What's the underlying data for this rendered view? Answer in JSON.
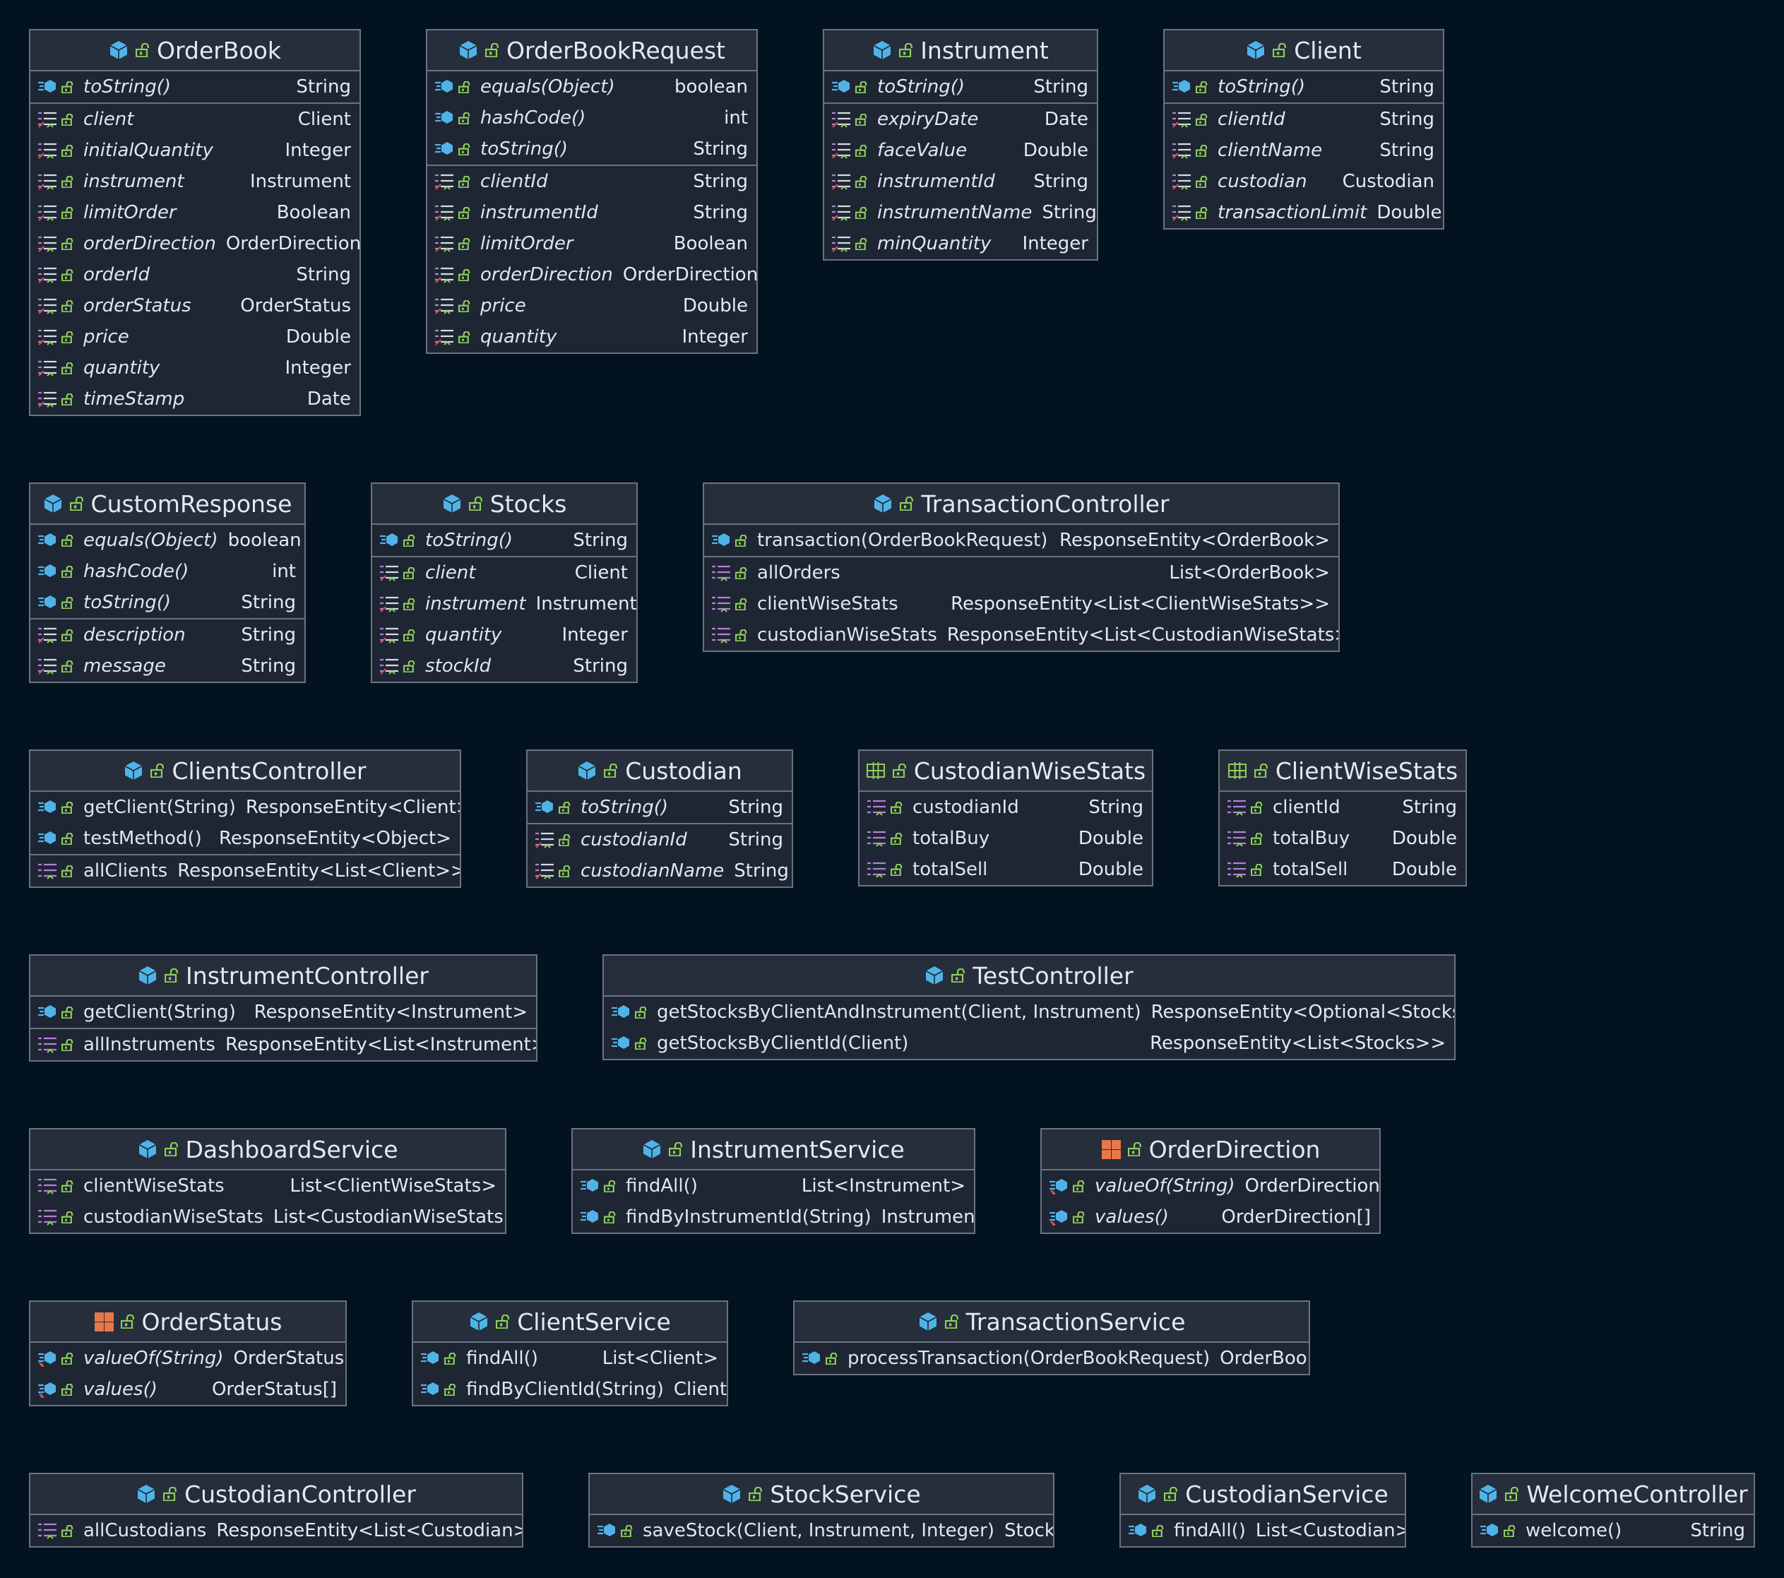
{
  "diagram": {
    "classes": [
      {
        "id": "OrderBook",
        "title": "OrderBook",
        "kind": "class",
        "sections": [
          [
            {
              "kind": "method",
              "name": "toString()",
              "type": "String",
              "italic": true
            }
          ],
          [
            {
              "kind": "field",
              "name": "client",
              "type": "Client",
              "italic": true
            },
            {
              "kind": "field",
              "name": "initialQuantity",
              "type": "Integer",
              "italic": true
            },
            {
              "kind": "field",
              "name": "instrument",
              "type": "Instrument",
              "italic": true
            },
            {
              "kind": "field",
              "name": "limitOrder",
              "type": "Boolean",
              "italic": true
            },
            {
              "kind": "field",
              "name": "orderDirection",
              "type": "OrderDirection",
              "italic": true
            },
            {
              "kind": "field",
              "name": "orderId",
              "type": "String",
              "italic": true
            },
            {
              "kind": "field",
              "name": "orderStatus",
              "type": "OrderStatus",
              "italic": true
            },
            {
              "kind": "field",
              "name": "price",
              "type": "Double",
              "italic": true
            },
            {
              "kind": "field",
              "name": "quantity",
              "type": "Integer",
              "italic": true
            },
            {
              "kind": "field",
              "name": "timeStamp",
              "type": "Date",
              "italic": true
            }
          ]
        ]
      },
      {
        "id": "OrderBookRequest",
        "title": "OrderBookRequest",
        "kind": "class",
        "sections": [
          [
            {
              "kind": "method",
              "name": "equals(Object)",
              "type": "boolean",
              "italic": true
            },
            {
              "kind": "method",
              "name": "hashCode()",
              "type": "int",
              "italic": true
            },
            {
              "kind": "method",
              "name": "toString()",
              "type": "String",
              "italic": true
            }
          ],
          [
            {
              "kind": "field",
              "name": "clientId",
              "type": "String",
              "italic": true
            },
            {
              "kind": "field",
              "name": "instrumentId",
              "type": "String",
              "italic": true
            },
            {
              "kind": "field",
              "name": "limitOrder",
              "type": "Boolean",
              "italic": true
            },
            {
              "kind": "field",
              "name": "orderDirection",
              "type": "OrderDirection",
              "italic": true
            },
            {
              "kind": "field",
              "name": "price",
              "type": "Double",
              "italic": true
            },
            {
              "kind": "field",
              "name": "quantity",
              "type": "Integer",
              "italic": true
            }
          ]
        ]
      },
      {
        "id": "Instrument",
        "title": "Instrument",
        "kind": "class",
        "sections": [
          [
            {
              "kind": "method",
              "name": "toString()",
              "type": "String",
              "italic": true
            }
          ],
          [
            {
              "kind": "field",
              "name": "expiryDate",
              "type": "Date",
              "italic": true
            },
            {
              "kind": "field",
              "name": "faceValue",
              "type": "Double",
              "italic": true
            },
            {
              "kind": "field",
              "name": "instrumentId",
              "type": "String",
              "italic": true
            },
            {
              "kind": "field",
              "name": "instrumentName",
              "type": "String",
              "italic": true
            },
            {
              "kind": "field",
              "name": "minQuantity",
              "type": "Integer",
              "italic": true
            }
          ]
        ]
      },
      {
        "id": "Client",
        "title": "Client",
        "kind": "class",
        "sections": [
          [
            {
              "kind": "method",
              "name": "toString()",
              "type": "String",
              "italic": true
            }
          ],
          [
            {
              "kind": "field",
              "name": "clientId",
              "type": "String",
              "italic": true
            },
            {
              "kind": "field",
              "name": "clientName",
              "type": "String",
              "italic": true
            },
            {
              "kind": "field",
              "name": "custodian",
              "type": "Custodian",
              "italic": true
            },
            {
              "kind": "field",
              "name": "transactionLimit",
              "type": "Double",
              "italic": true
            }
          ]
        ]
      },
      {
        "id": "CustomResponse",
        "title": "CustomResponse",
        "kind": "class",
        "sections": [
          [
            {
              "kind": "method",
              "name": "equals(Object)",
              "type": "boolean",
              "italic": true
            },
            {
              "kind": "method",
              "name": "hashCode()",
              "type": "int",
              "italic": true
            },
            {
              "kind": "method",
              "name": "toString()",
              "type": "String",
              "italic": true
            }
          ],
          [
            {
              "kind": "field",
              "name": "description",
              "type": "String",
              "italic": true
            },
            {
              "kind": "field",
              "name": "message",
              "type": "String",
              "italic": true
            }
          ]
        ]
      },
      {
        "id": "Stocks",
        "title": "Stocks",
        "kind": "class",
        "sections": [
          [
            {
              "kind": "method",
              "name": "toString()",
              "type": "String",
              "italic": true
            }
          ],
          [
            {
              "kind": "field",
              "name": "client",
              "type": "Client",
              "italic": true
            },
            {
              "kind": "field",
              "name": "instrument",
              "type": "Instrument",
              "italic": true
            },
            {
              "kind": "field",
              "name": "quantity",
              "type": "Integer",
              "italic": true
            },
            {
              "kind": "field",
              "name": "stockId",
              "type": "String",
              "italic": true
            }
          ]
        ]
      },
      {
        "id": "TransactionController",
        "title": "TransactionController",
        "kind": "class",
        "sections": [
          [
            {
              "kind": "method",
              "name": "transaction(OrderBookRequest)",
              "type": "ResponseEntity<OrderBook>",
              "italic": false
            }
          ],
          [
            {
              "kind": "property",
              "name": "allOrders",
              "type": "List<OrderBook>",
              "italic": false
            },
            {
              "kind": "property",
              "name": "clientWiseStats",
              "type": "ResponseEntity<List<ClientWiseStats>>",
              "italic": false
            },
            {
              "kind": "property",
              "name": "custodianWiseStats",
              "type": "ResponseEntity<List<CustodianWiseStats>>",
              "italic": false
            }
          ]
        ]
      },
      {
        "id": "ClientsController",
        "title": "ClientsController",
        "kind": "class",
        "sections": [
          [
            {
              "kind": "method",
              "name": "getClient(String)",
              "type": "ResponseEntity<Client>",
              "italic": false
            },
            {
              "kind": "method",
              "name": "testMethod()",
              "type": "ResponseEntity<Object>",
              "italic": false
            }
          ],
          [
            {
              "kind": "property",
              "name": "allClients",
              "type": "ResponseEntity<List<Client>>",
              "italic": false
            }
          ]
        ]
      },
      {
        "id": "Custodian",
        "title": "Custodian",
        "kind": "class",
        "sections": [
          [
            {
              "kind": "method",
              "name": "toString()",
              "type": "String",
              "italic": true
            }
          ],
          [
            {
              "kind": "field",
              "name": "custodianId",
              "type": "String",
              "italic": true
            },
            {
              "kind": "field",
              "name": "custodianName",
              "type": "String",
              "italic": true
            }
          ]
        ]
      },
      {
        "id": "CustodianWiseStats",
        "title": "CustodianWiseStats",
        "kind": "interface",
        "sections": [
          [
            {
              "kind": "property",
              "name": "custodianId",
              "type": "String",
              "italic": false
            },
            {
              "kind": "property",
              "name": "totalBuy",
              "type": "Double",
              "italic": false
            },
            {
              "kind": "property",
              "name": "totalSell",
              "type": "Double",
              "italic": false
            }
          ]
        ]
      },
      {
        "id": "ClientWiseStats",
        "title": "ClientWiseStats",
        "kind": "interface",
        "sections": [
          [
            {
              "kind": "property",
              "name": "clientId",
              "type": "String",
              "italic": false
            },
            {
              "kind": "property",
              "name": "totalBuy",
              "type": "Double",
              "italic": false
            },
            {
              "kind": "property",
              "name": "totalSell",
              "type": "Double",
              "italic": false
            }
          ]
        ]
      },
      {
        "id": "InstrumentController",
        "title": "InstrumentController",
        "kind": "class",
        "sections": [
          [
            {
              "kind": "method",
              "name": "getClient(String)",
              "type": "ResponseEntity<Instrument>",
              "italic": false
            }
          ],
          [
            {
              "kind": "property",
              "name": "allInstruments",
              "type": "ResponseEntity<List<Instrument>>",
              "italic": false
            }
          ]
        ]
      },
      {
        "id": "TestController",
        "title": "TestController",
        "kind": "class",
        "sections": [
          [
            {
              "kind": "method",
              "name": "getStocksByClientAndInstrument(Client, Instrument)",
              "type": "ResponseEntity<Optional<Stocks>>",
              "italic": false
            },
            {
              "kind": "method",
              "name": "getStocksByClientId(Client)",
              "type": "ResponseEntity<List<Stocks>>",
              "italic": false
            }
          ]
        ]
      },
      {
        "id": "DashboardService",
        "title": "DashboardService",
        "kind": "class",
        "sections": [
          [
            {
              "kind": "property",
              "name": "clientWiseStats",
              "type": "List<ClientWiseStats>",
              "italic": false
            },
            {
              "kind": "property",
              "name": "custodianWiseStats",
              "type": "List<CustodianWiseStats>",
              "italic": false
            }
          ]
        ]
      },
      {
        "id": "InstrumentService",
        "title": "InstrumentService",
        "kind": "class",
        "sections": [
          [
            {
              "kind": "method",
              "name": "findAll()",
              "type": "List<Instrument>",
              "italic": false
            },
            {
              "kind": "method",
              "name": "findByInstrumentId(String)",
              "type": "Instrument",
              "italic": false
            }
          ]
        ]
      },
      {
        "id": "OrderDirection",
        "title": "OrderDirection",
        "kind": "enum",
        "sections": [
          [
            {
              "kind": "static-method",
              "name": "valueOf(String)",
              "type": "OrderDirection",
              "italic": true
            },
            {
              "kind": "static-method",
              "name": "values()",
              "type": "OrderDirection[]",
              "italic": true
            }
          ]
        ]
      },
      {
        "id": "OrderStatus",
        "title": "OrderStatus",
        "kind": "enum",
        "sections": [
          [
            {
              "kind": "static-method",
              "name": "valueOf(String)",
              "type": "OrderStatus",
              "italic": true
            },
            {
              "kind": "static-method",
              "name": "values()",
              "type": "OrderStatus[]",
              "italic": true
            }
          ]
        ]
      },
      {
        "id": "ClientService",
        "title": "ClientService",
        "kind": "class",
        "sections": [
          [
            {
              "kind": "method",
              "name": "findAll()",
              "type": "List<Client>",
              "italic": false
            },
            {
              "kind": "method",
              "name": "findByClientId(String)",
              "type": "Client",
              "italic": false
            }
          ]
        ]
      },
      {
        "id": "TransactionService",
        "title": "TransactionService",
        "kind": "class",
        "sections": [
          [
            {
              "kind": "method",
              "name": "processTransaction(OrderBookRequest)",
              "type": "OrderBook",
              "italic": false
            }
          ]
        ]
      },
      {
        "id": "CustodianController",
        "title": "CustodianController",
        "kind": "class",
        "sections": [
          [
            {
              "kind": "property",
              "name": "allCustodians",
              "type": "ResponseEntity<List<Custodian>>",
              "italic": false
            }
          ]
        ]
      },
      {
        "id": "StockService",
        "title": "StockService",
        "kind": "class",
        "sections": [
          [
            {
              "kind": "method",
              "name": "saveStock(Client, Instrument, Integer)",
              "type": "Stocks",
              "italic": false
            }
          ]
        ]
      },
      {
        "id": "CustodianService",
        "title": "CustodianService",
        "kind": "class",
        "sections": [
          [
            {
              "kind": "method",
              "name": "findAll()",
              "type": "List<Custodian>",
              "italic": false
            }
          ]
        ]
      },
      {
        "id": "WelcomeController",
        "title": "WelcomeController",
        "kind": "class",
        "sections": [
          [
            {
              "kind": "method",
              "name": "welcome()",
              "type": "String",
              "italic": false
            }
          ]
        ]
      }
    ]
  },
  "colors": {
    "background": "#02121f",
    "box_fill": "#1e2533",
    "box_border": "#6a7382",
    "text": "#e4eaf1",
    "class_icon": "#4fb3e8",
    "lock_icon": "#8ecf5a",
    "field_icon": "#b67fd8",
    "enum_icon": "#e8774a",
    "interface_icon": "#8ecf5a"
  }
}
